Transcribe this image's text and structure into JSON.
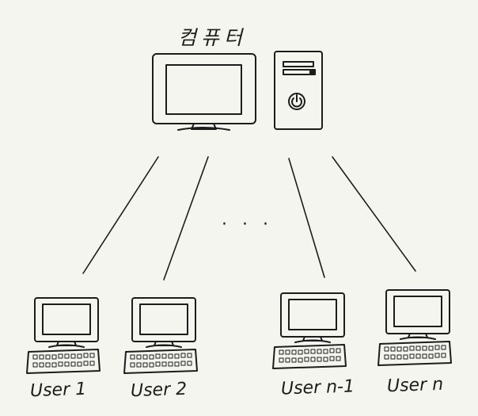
{
  "diagram": {
    "title": "컴퓨터",
    "ellipsis": "· · ·",
    "users": [
      {
        "label": "User 1"
      },
      {
        "label": "User 2"
      },
      {
        "label": "User n-1"
      },
      {
        "label": "User n"
      }
    ],
    "colors": {
      "ink": "#1c1c1c",
      "paper": "#f5f5f0"
    }
  }
}
